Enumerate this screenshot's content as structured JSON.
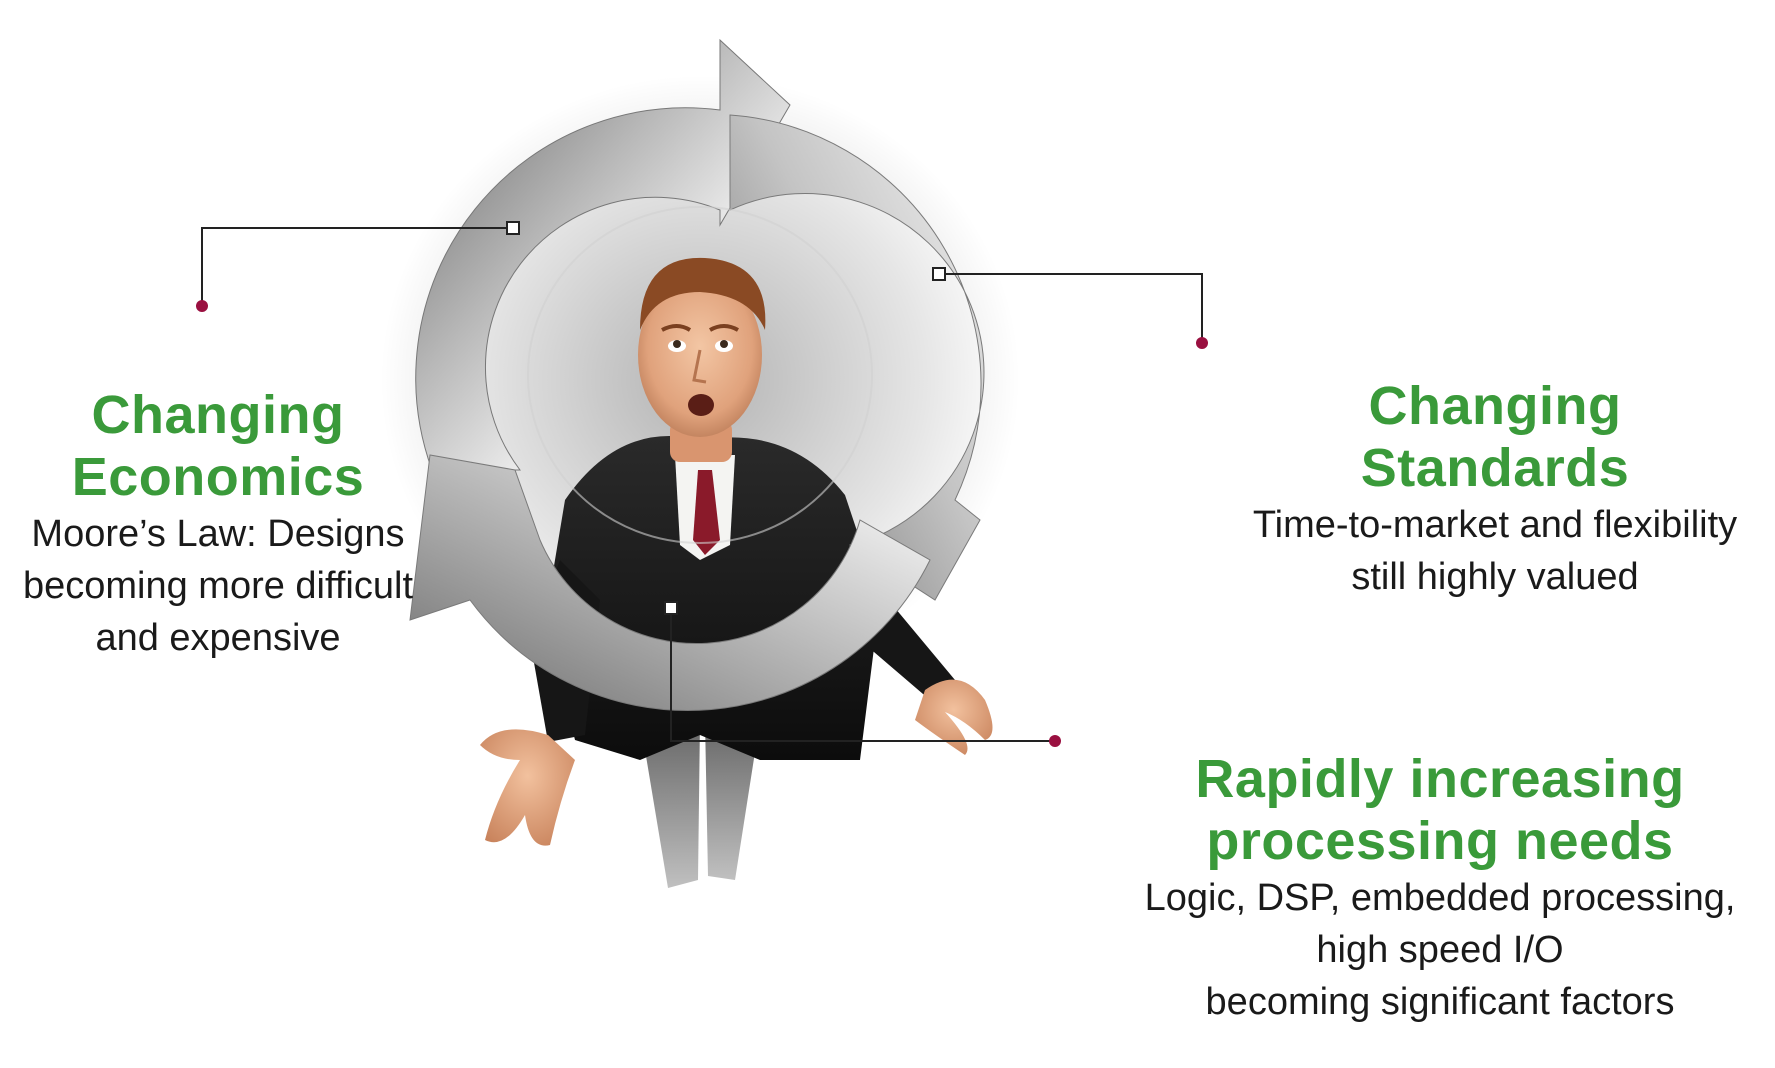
{
  "items": [
    {
      "title_lines": [
        "Changing",
        "Economics"
      ],
      "desc_lines": [
        "Moore’s Law: Designs",
        "becoming more difficult",
        "and expensive"
      ]
    },
    {
      "title_lines": [
        "Changing",
        "Standards"
      ],
      "desc_lines": [
        "Time-to-market and flexibility",
        "still highly valued"
      ]
    },
    {
      "title_lines": [
        "Rapidly increasing",
        "processing needs"
      ],
      "desc_lines": [
        "Logic, DSP, embedded processing,",
        "high speed I/O",
        "becoming significant factors"
      ]
    }
  ],
  "colors": {
    "title": "#3a9a3a",
    "description": "#1a1a1a",
    "dot": "#9a1040",
    "connector": "#222222",
    "cycle_arrows": "#9a9a9a"
  },
  "icons": {
    "cycle": "three-arrow-cycle-icon",
    "person": "puzzled-businessman-illustration"
  }
}
